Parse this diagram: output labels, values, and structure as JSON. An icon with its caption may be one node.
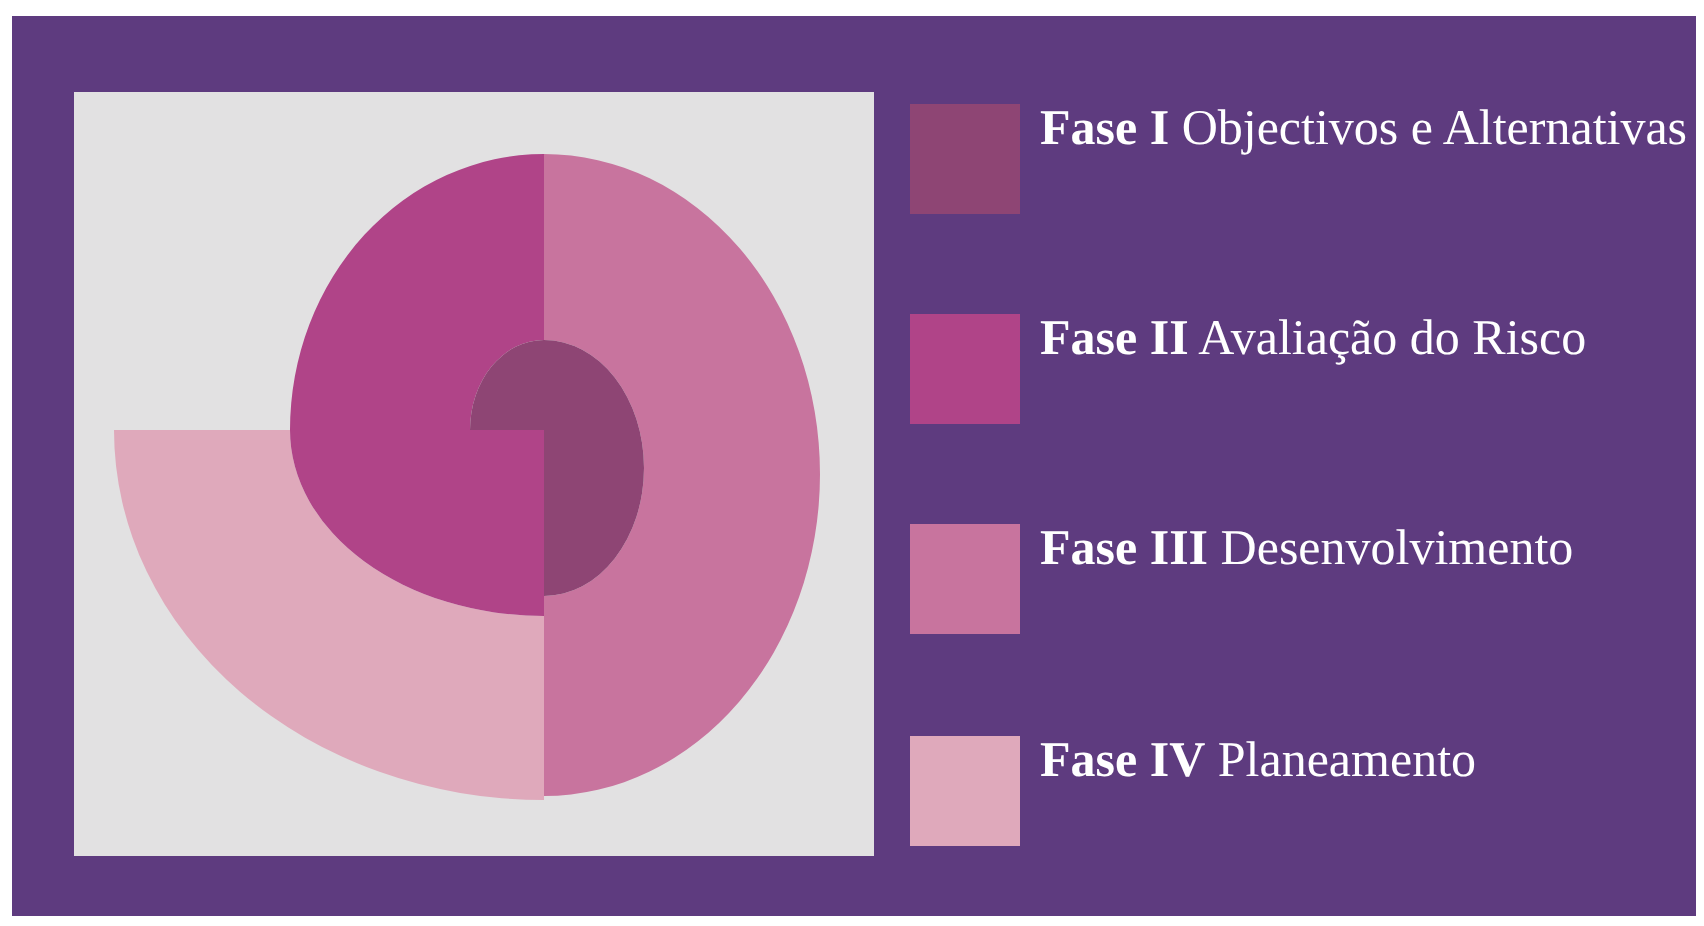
{
  "diagram": {
    "legend": [
      {
        "text": "**Fase I** Objectivos e Alternativas",
        "color": "#8e4574"
      },
      {
        "text": "**Fase II** Avaliação do Risco",
        "color": "#b04488"
      },
      {
        "text": "**Fase III** Desenvolvimento",
        "color": "#c8749e"
      },
      {
        "text": "**Fase IV** Planeamento",
        "color": "#dfa9bb"
      }
    ]
  }
}
